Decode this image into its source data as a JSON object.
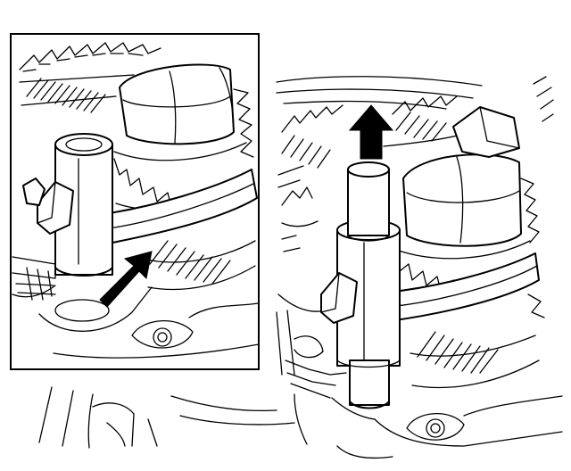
{
  "figure": {
    "panels": [
      {
        "id": "inset-left",
        "framed": true
      },
      {
        "id": "main-right",
        "framed": false
      }
    ],
    "arrows": [
      {
        "panel": "inset-left",
        "direction": "down-right",
        "color": "#000000"
      },
      {
        "panel": "main-right",
        "direction": "up",
        "color": "#000000"
      }
    ],
    "colors": {
      "ink": "#000000",
      "paper": "#ffffff"
    }
  }
}
